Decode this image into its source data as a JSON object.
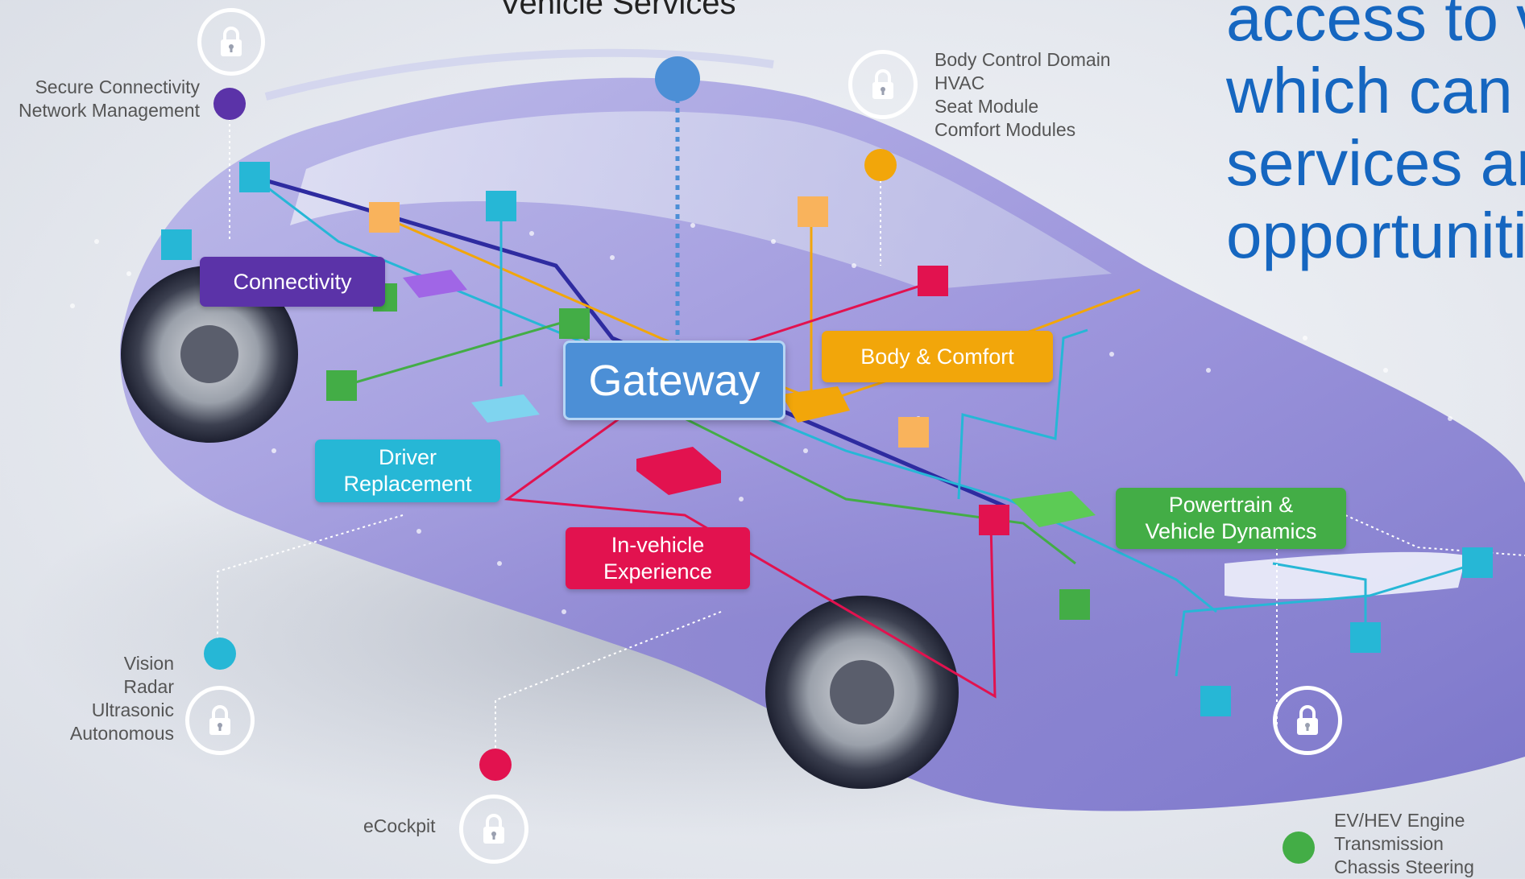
{
  "title": "Vehicle Services",
  "headline": [
    "access to v",
    "which can e",
    "services an",
    "opportunitie"
  ],
  "gateway": "Gateway",
  "domains": {
    "connectivity": "Connectivity",
    "body_comfort": "Body & Comfort",
    "driver_replacement": [
      "Driver",
      "Replacement"
    ],
    "in_vehicle": [
      "In-vehicle",
      "Experience"
    ],
    "powertrain": [
      "Powertrain &",
      "Vehicle Dynamics"
    ]
  },
  "notes": {
    "connectivity": [
      "Secure Connectivity",
      "Network Management"
    ],
    "body": [
      "Body Control Domain",
      "HVAC",
      "Seat Module",
      "Comfort Modules"
    ],
    "adas": [
      "Vision",
      "Radar",
      "Ultrasonic",
      "Autonomous"
    ],
    "cockpit": [
      "eCockpit"
    ],
    "powertrain": [
      "EV/HEV Engine",
      "Transmission",
      "Chassis Steering"
    ]
  },
  "colors": {
    "connectivity": "#5b33a8",
    "body_comfort": "#f2a60a",
    "driver_replacement": "#26b7d6",
    "in_vehicle": "#e2124f",
    "powertrain": "#43ad46",
    "gateway": "#4c8fd6",
    "headline": "#1566c0"
  },
  "icons": [
    "lock-icon"
  ]
}
